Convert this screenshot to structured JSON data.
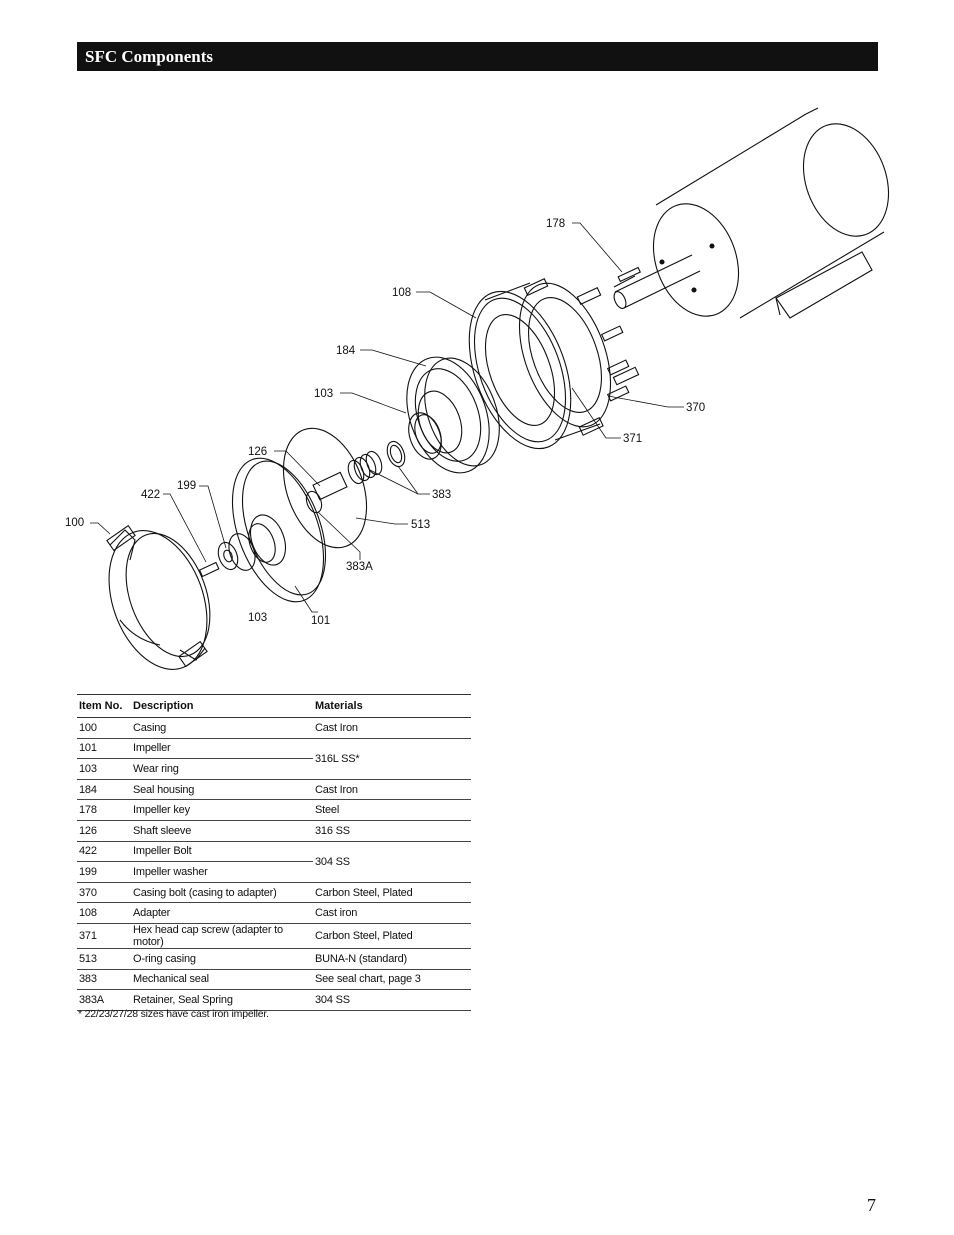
{
  "header": {
    "title": "SFC Components"
  },
  "diagram": {
    "callouts": {
      "c178": "178",
      "c108": "108",
      "c184": "184",
      "c103a": "103",
      "c370": "370",
      "c371": "371",
      "c126": "126",
      "c383": "383",
      "c199": "199",
      "c422": "422",
      "c513": "513",
      "c100": "100",
      "c383a": "383A",
      "c103b": "103",
      "c101": "101"
    }
  },
  "table": {
    "headers": {
      "item": "Item No.",
      "description": "Description",
      "materials": "Materials"
    },
    "rows": [
      {
        "item": "100",
        "description": "Casing",
        "materials": "Cast Iron"
      },
      {
        "item": "101",
        "description": "Impeller",
        "materials": "316L SS*"
      },
      {
        "item": "103",
        "description": "Wear ring",
        "materials": ""
      },
      {
        "item": "184",
        "description": "Seal housing",
        "materials": "Cast Iron"
      },
      {
        "item": "178",
        "description": "Impeller key",
        "materials": "Steel"
      },
      {
        "item": "126",
        "description": "Shaft sleeve",
        "materials": "316 SS"
      },
      {
        "item": "422",
        "description": "Impeller Bolt",
        "materials": "304 SS"
      },
      {
        "item": "199",
        "description": "Impeller washer",
        "materials": ""
      },
      {
        "item": "370",
        "description": "Casing bolt (casing to adapter)",
        "materials": "Carbon Steel, Plated"
      },
      {
        "item": "108",
        "description": "Adapter",
        "materials": "Cast iron"
      },
      {
        "item": "371",
        "description": "Hex head cap screw (adapter to motor)",
        "materials": "Carbon Steel, Plated"
      },
      {
        "item": "513",
        "description": "O-ring casing",
        "materials": "BUNA-N (standard)"
      },
      {
        "item": "383",
        "description": "Mechanical seal",
        "materials": "See seal chart, page 3"
      },
      {
        "item": "383A",
        "description": "Retainer, Seal Spring",
        "materials": "304 SS"
      }
    ]
  },
  "footnote": "* 22/23/27/28 sizes have cast iron impeller.",
  "page_number": "7"
}
